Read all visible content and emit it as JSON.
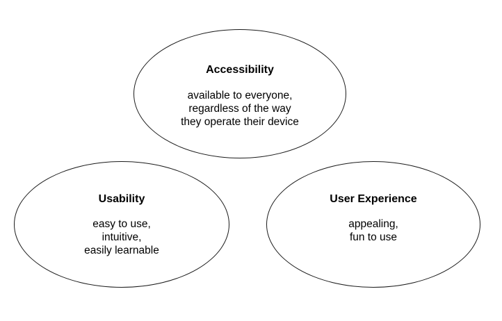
{
  "diagram": {
    "nodes": [
      {
        "id": "accessibility",
        "title": "Accessibility",
        "lines": [
          "available to everyone,",
          "regardless of the way",
          "they operate their device"
        ]
      },
      {
        "id": "usability",
        "title": "Usability",
        "lines": [
          "easy to use,",
          "intuitive,",
          "easily learnable"
        ]
      },
      {
        "id": "user-experience",
        "title": "User Experience",
        "lines": [
          "appealing,",
          "fun to use"
        ]
      }
    ]
  }
}
